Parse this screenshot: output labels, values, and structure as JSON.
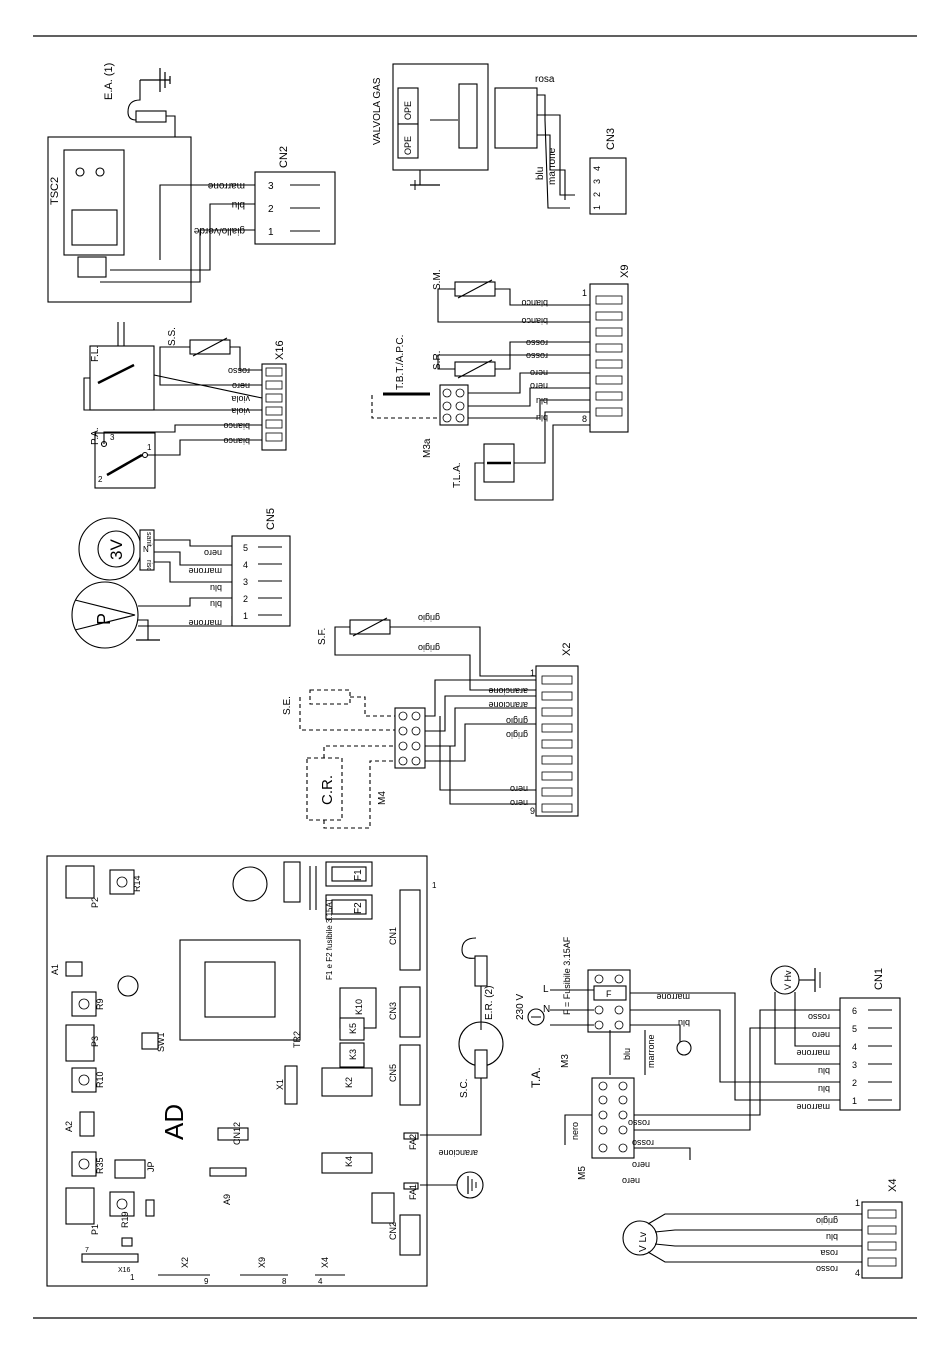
{
  "components": {
    "ea1": "E.A. (1)",
    "tsc2": "TSC2",
    "valvola_gas": "VALVOLA GAS",
    "ope": "OPE",
    "fl": "F.L.",
    "ss": "S.S.",
    "pa": "P.A.",
    "sm": "S.M.",
    "sr": "S.R.",
    "tbt": "T.B.T./A.P.C.",
    "tla": "T.L.A.",
    "m3a": "M3a",
    "three_v": "3V",
    "pump": "P",
    "sf": "S.F.",
    "se": "S.E.",
    "cr": "C.R.",
    "m4": "M4",
    "er2": "E.R. (2)",
    "sc": "S.C.",
    "ta": "T.A.",
    "m3": "M3",
    "m5": "M5",
    "vhv": "V Hv",
    "vlv": "V Lv",
    "v230": "230 V",
    "line_l": "L",
    "line_n": "N",
    "fuse_note": "F = Fusibile 3.15AF",
    "fuse_box": "F"
  },
  "connectors": {
    "cn2": "CN2",
    "cn3": "CN3",
    "x9": "X9",
    "x16": "X16",
    "cn5": "CN5",
    "x2": "X2",
    "cn1": "CN1",
    "x4": "X4"
  },
  "wire_colors": {
    "marrone": "marrone",
    "blu": "blu",
    "giallo_verde": "giallo/verde",
    "rosa": "rosa",
    "bianco": "bianco",
    "rosso": "rosso",
    "nero": "nero",
    "viola": "viola",
    "grigio": "grigio",
    "arancione": "arancione"
  },
  "pins": {
    "cn2": [
      "3",
      "2",
      "1"
    ],
    "cn3": [
      "1",
      "2",
      "3",
      "4"
    ],
    "valve_pins": [
      "1",
      "2",
      "3",
      "4",
      "5"
    ],
    "cn5": [
      "5",
      "4",
      "3",
      "2",
      "1"
    ],
    "cn1": [
      "6",
      "5",
      "4",
      "3",
      "2",
      "1"
    ],
    "x9": [
      "1",
      "8"
    ],
    "x2": [
      "1",
      "9"
    ],
    "x4": [
      "1",
      "4"
    ],
    "valve_3v": [
      "sanit",
      "N",
      "risc"
    ],
    "pa": [
      "3",
      "1",
      "2"
    ]
  },
  "board": {
    "title": "AD",
    "tr2": "TR2",
    "f1": "F1",
    "f2": "F2",
    "fuse_note": "F1 e F2 fusibile 3.15AT",
    "k10": "K10",
    "k5": "K5",
    "k3": "K3",
    "k2": "K2",
    "k4": "K4",
    "cn1": "CN1",
    "cn3": "CN3",
    "cn5": "CN5",
    "cn2": "CN2",
    "cn12": "CN12",
    "x1": "X1",
    "a9": "A9",
    "fa1": "FA1",
    "fa2": "FA2",
    "p1": "P1",
    "p2": "P2",
    "p3": "P3",
    "r14": "R14",
    "r9": "R9",
    "r10": "R10",
    "r35": "R35",
    "r19": "R19",
    "a1": "A1",
    "a2": "A2",
    "sw1": "SW1",
    "jp": "JP",
    "x16": "X16",
    "x2": "X2",
    "x9": "X9",
    "x4": "X4",
    "pin_1": "1",
    "pin_7": "7",
    "pin_9": "9",
    "pin_8": "8",
    "pin_4": "4"
  }
}
